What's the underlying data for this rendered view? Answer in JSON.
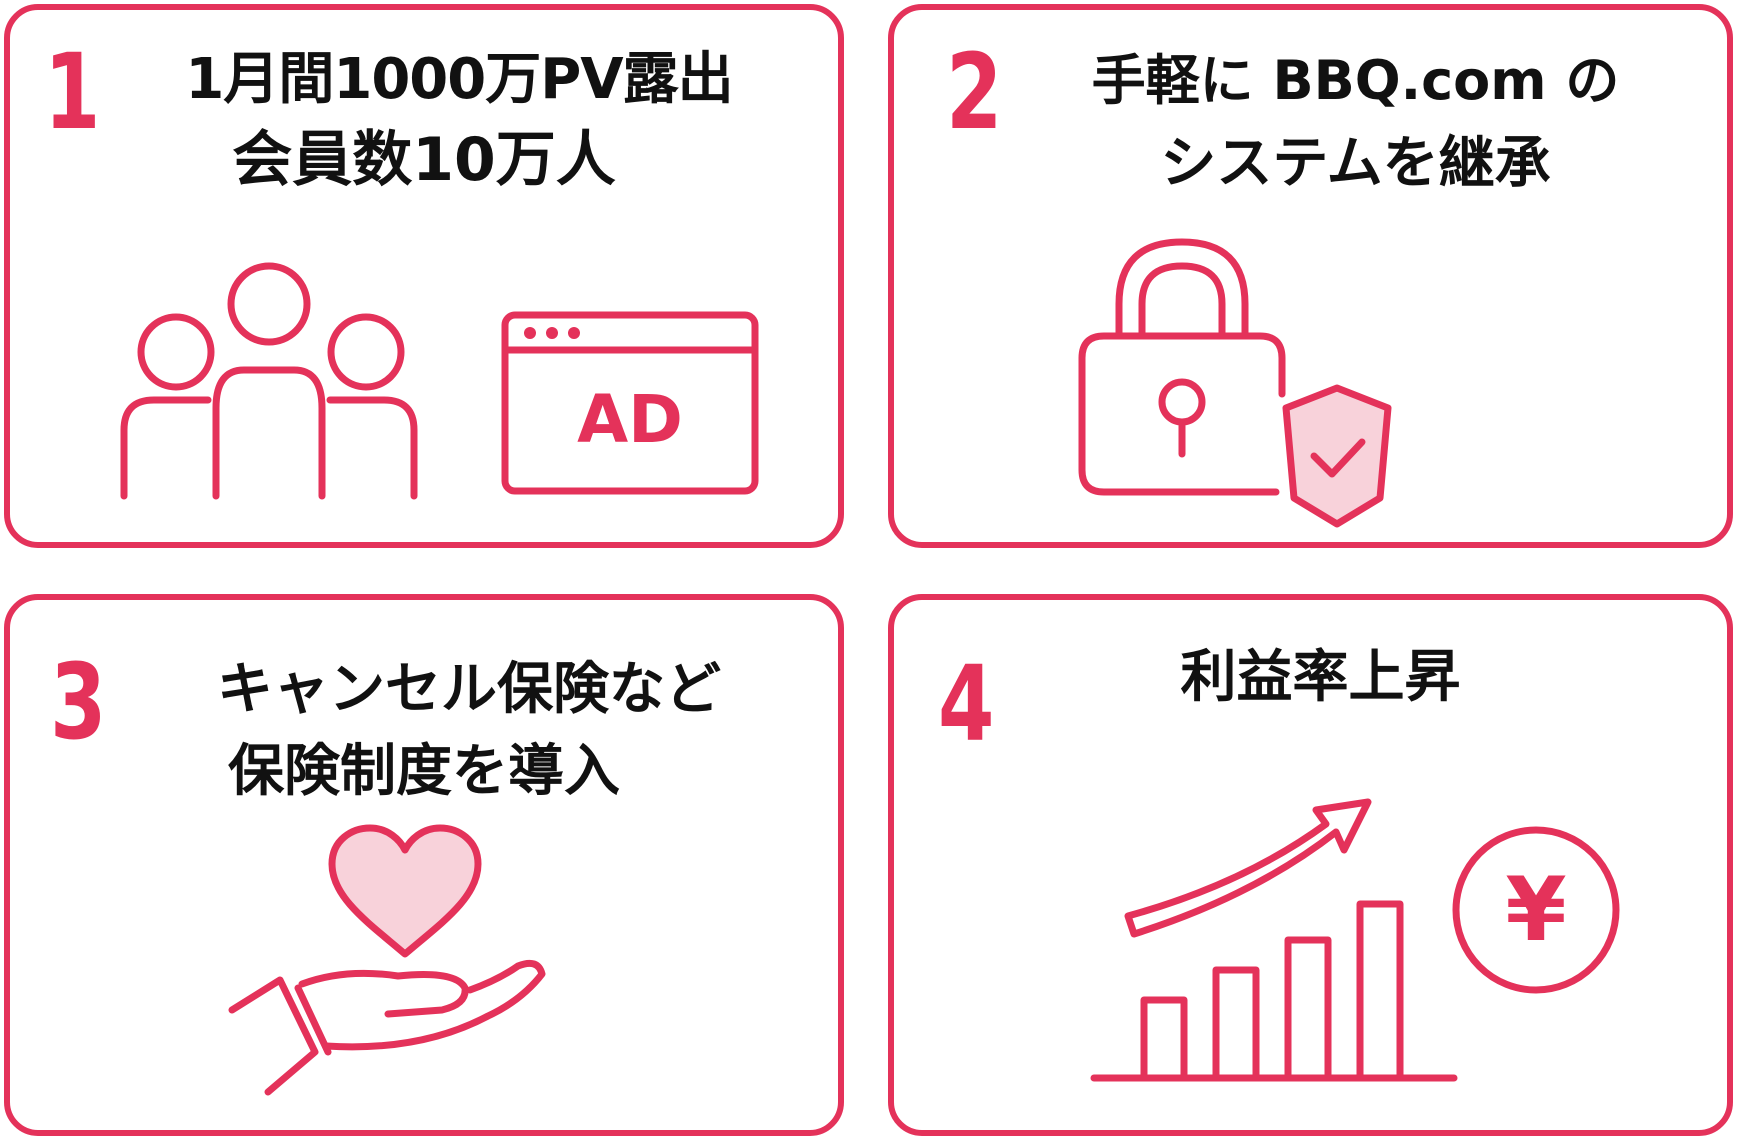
{
  "brand": {
    "accent": "#e4325a",
    "text": "#111111",
    "icon_fill": "#f8d2da"
  },
  "cards": [
    {
      "number": "1",
      "title_lines": [
        "1月間1000万PV露出",
        "会員数10万人"
      ],
      "icons": [
        "people-group-icon",
        "ad-browser-icon"
      ],
      "ad_label": "AD"
    },
    {
      "number": "2",
      "title_lines": [
        "手軽に BBQ.com の",
        "システムを継承"
      ],
      "icons": [
        "padlock-icon",
        "shield-check-icon"
      ]
    },
    {
      "number": "3",
      "title_lines": [
        "キャンセル保険など",
        "保険制度を導入"
      ],
      "icons": [
        "heart-in-hand-icon"
      ]
    },
    {
      "number": "4",
      "title_lines": [
        "利益率上昇"
      ],
      "icons": [
        "growth-chart-icon",
        "yen-coin-icon"
      ],
      "yen_symbol": "¥"
    }
  ]
}
